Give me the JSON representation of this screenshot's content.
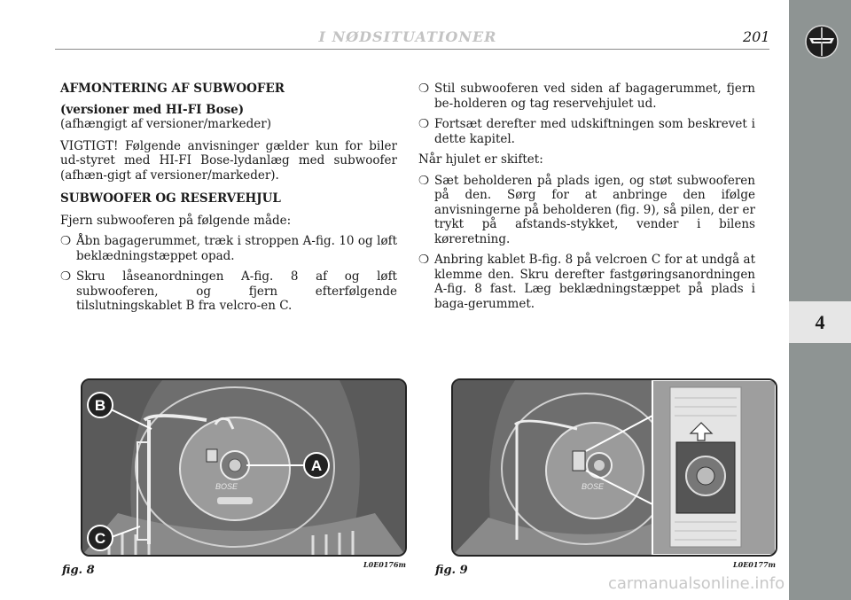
{
  "header": {
    "section_title": "I NØDSITUATIONER",
    "page_number": "201"
  },
  "sidebar": {
    "chapter": "4"
  },
  "left_column": {
    "heading_line1": "AFMONTERING AF SUBWOOFER",
    "heading_line2": "(versioner med HI-FI Bose)",
    "heading_note": "(afhængigt af versioner/markeder)",
    "important": "VIGTIGT! Følgende anvisninger gælder kun for biler ud-styret med HI-FI Bose-lydanlæg med subwoofer (afhæn-gigt af versioner/markeder).",
    "subheading": "SUBWOOFER OG RESERVEHJUL",
    "intro": "Fjern subwooferen på følgende måde:",
    "bullets": [
      "Åbn bagagerummet, træk i stroppen A-fig. 10 og løft beklædningstæppet opad.",
      "Skru låseanordningen A-fig. 8 af og løft subwooferen, og fjern efterfølgende tilslutningskablet B fra velcro-en C."
    ]
  },
  "right_column": {
    "bullets_top": [
      "Stil subwooferen ved siden af bagagerummet, fjern be-holderen og tag reservehjulet ud.",
      "Fortsæt derefter med udskiftningen som beskrevet i dette kapitel."
    ],
    "after_change": "Når hjulet er skiftet:",
    "bullets_bottom": [
      "Sæt beholderen på plads igen, og støt subwooferen på den. Sørg for at anbringe den ifølge anvisningerne på beholderen (fig. 9), så pilen, der er trykt på afstands-stykket, vender i bilens køreretning.",
      "Anbring kablet B-fig. 8 på velcroen C for at undgå at klemme den. Skru derefter fastgøringsanordningen A-fig. 8 fast. Læg beklædningstæppet på plads i baga-gerummet."
    ]
  },
  "figures": [
    {
      "label": "fig. 8",
      "code": "L0E0176m",
      "callouts": [
        "B",
        "A",
        "C"
      ],
      "brand": "BOSE"
    },
    {
      "label": "fig. 9",
      "code": "L0E0177m",
      "brand": "BOSE"
    }
  ],
  "bullet_mark": "❍",
  "watermark": "carmanualsonline.info",
  "colors": {
    "sidebar": "#8e9493",
    "sidebar_tab": "#e6e6e6",
    "section_title": "#c3c3c3"
  }
}
